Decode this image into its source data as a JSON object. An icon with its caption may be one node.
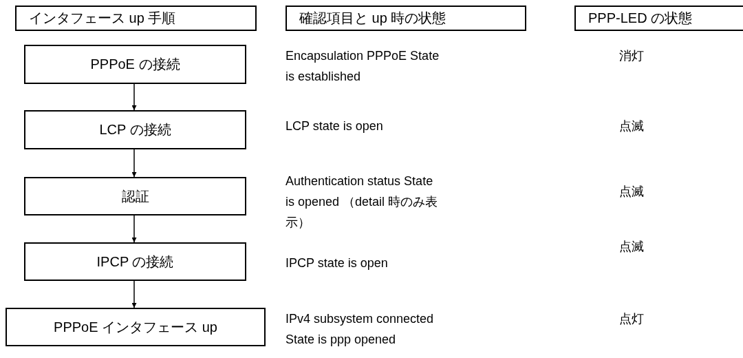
{
  "diagram": {
    "nodes": [
      {
        "text": [
          "インタフェース up 手順"
        ]
      },
      {
        "text": [
          "確認項目と up 時の状態"
        ]
      },
      {
        "text": [
          "PPP-LED の状態"
        ]
      },
      {
        "text": [
          "PPPoE の接続"
        ]
      },
      {
        "text": [
          "LCP の接続"
        ]
      },
      {
        "text": [
          "認証"
        ]
      },
      {
        "text": [
          "IPCP の接続"
        ]
      },
      {
        "text": [
          "PPPoE インタフェース up"
        ]
      }
    ],
    "edges": [
      {
        "from": 3,
        "to": 4,
        "arrow": "to"
      },
      {
        "from": 4,
        "to": 5,
        "arrow": "to"
      },
      {
        "from": 5,
        "to": 6,
        "arrow": "to"
      },
      {
        "from": 6,
        "to": 7,
        "arrow": "to"
      }
    ],
    "labels": [
      "Encapsulation PPPoE State is established",
      "消灯",
      "LCP state is open",
      "点滅",
      "Authentication status State is opened （detail 時のみ表示）",
      "点滅",
      "IPCP state is open",
      "点滅",
      "IPv4 subsystem connected State is ppp opened",
      "点灯"
    ]
  }
}
